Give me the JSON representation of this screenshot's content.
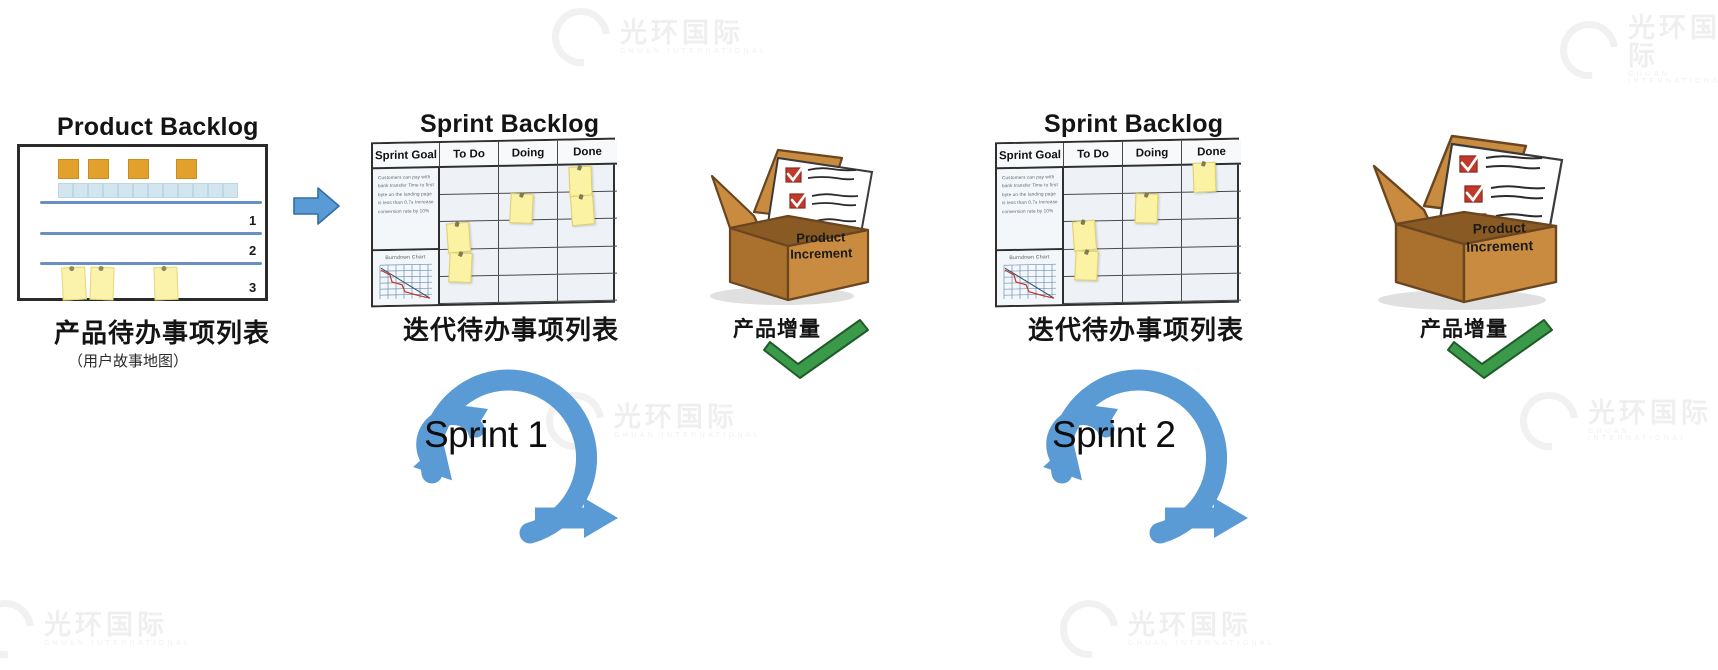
{
  "meta": {
    "accent_blue": "#5b9bd5",
    "sticky_yellow": "#fbf2a4",
    "box_brown": "#c98b3f",
    "check_green": "#3a9a4a",
    "orange": "#e2a02c"
  },
  "watermark": {
    "cn": "光环国际",
    "en": "GHUAN INTERNATIONAL"
  },
  "product_backlog": {
    "title_en": "Product Backlog",
    "caption_cn": "产品待办事项列表",
    "caption_cn_sub": "（用户故事地图）",
    "row_numbers": [
      "1",
      "2",
      "3"
    ],
    "orange_cards": 4,
    "blue_cells": 12,
    "sticky_notes": 3
  },
  "transition_arrow": {
    "name": "right-arrow"
  },
  "sprints": [
    {
      "board": {
        "title_en": "Sprint Backlog",
        "caption_cn": "迭代待办事项列表",
        "columns": [
          "Sprint Goal",
          "To Do",
          "Doing",
          "Done"
        ],
        "goal_text": "Customers can pay with bank transfer Time to first byte on the landing page is less than 0.7s Increase conversion rate by 10%",
        "burndown_title": "Burndown Chart",
        "stickies": [
          {
            "col": 3,
            "row": 1
          },
          {
            "col": 2,
            "row": 2
          },
          {
            "col": 3,
            "row": 2
          },
          {
            "col": 1,
            "row": 3
          },
          {
            "col": 1,
            "row": 4
          }
        ]
      },
      "increment": {
        "label_line1": "Product",
        "label_line2": "Increment",
        "caption_cn": "产品增量",
        "checklist_rows": 3
      },
      "cycle": {
        "label": "Sprint 1"
      }
    },
    {
      "board": {
        "title_en": "Sprint Backlog",
        "caption_cn": "迭代待办事项列表",
        "columns": [
          "Sprint Goal",
          "To Do",
          "Doing",
          "Done"
        ],
        "goal_text": "Customers can pay with bank transfer Time to first byte on the landing page is less than 0.7s Increase conversion rate by 10%",
        "burndown_title": "Burndown Chart",
        "stickies": [
          {
            "col": 3,
            "row": 1
          },
          {
            "col": 2,
            "row": 2
          },
          {
            "col": 1,
            "row": 3
          },
          {
            "col": 1,
            "row": 4
          }
        ]
      },
      "increment": {
        "label_line1": "Product",
        "label_line2": "Increment",
        "caption_cn": "产品增量",
        "checklist_rows": 3
      },
      "cycle": {
        "label": "Sprint 2"
      }
    }
  ]
}
